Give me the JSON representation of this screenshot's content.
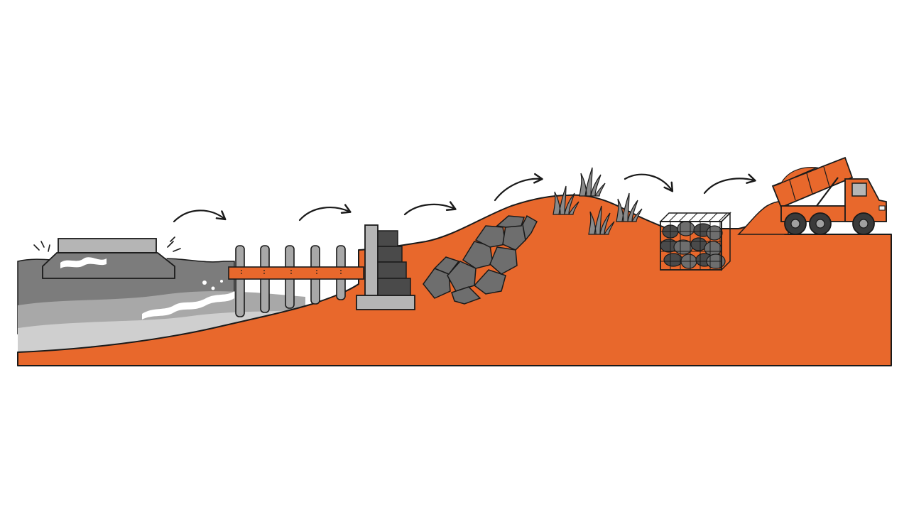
{
  "colors": {
    "background": "#ffffff",
    "ground": "#E8682C",
    "ground_dark": "#D65A20",
    "water_dark": "#7c7c7c",
    "water_mid": "#a8a8a8",
    "water_light": "#cfcfcf",
    "stone": "#6e6e6e",
    "stone_dark": "#4a4a4a",
    "concrete": "#b5b5b5",
    "outline": "#1a1a1a",
    "grass": "#8a8a8a",
    "foam": "#ffffff"
  },
  "stages": [
    {
      "id": "breakwater",
      "icon": "offshore-breakwater-icon"
    },
    {
      "id": "groyne-fence",
      "icon": "groyne-fence-icon"
    },
    {
      "id": "seawall",
      "icon": "stepped-seawall-icon"
    },
    {
      "id": "revetment",
      "icon": "rock-revetment-icon"
    },
    {
      "id": "dune",
      "icon": "vegetated-dune-icon"
    },
    {
      "id": "gabion",
      "icon": "gabion-basket-icon"
    },
    {
      "id": "nourishment",
      "icon": "dump-truck-icon"
    }
  ],
  "arrows": [
    {
      "from": "breakwater",
      "to": "groyne-fence",
      "icon": "curved-arrow-icon"
    },
    {
      "from": "groyne-fence",
      "to": "seawall",
      "icon": "curved-arrow-icon"
    },
    {
      "from": "seawall",
      "to": "revetment",
      "icon": "curved-arrow-icon"
    },
    {
      "from": "revetment",
      "to": "dune",
      "icon": "curved-arrow-icon"
    },
    {
      "from": "dune",
      "to": "gabion",
      "icon": "curved-arrow-icon"
    },
    {
      "from": "gabion",
      "to": "nourishment",
      "icon": "curved-arrow-icon"
    }
  ]
}
